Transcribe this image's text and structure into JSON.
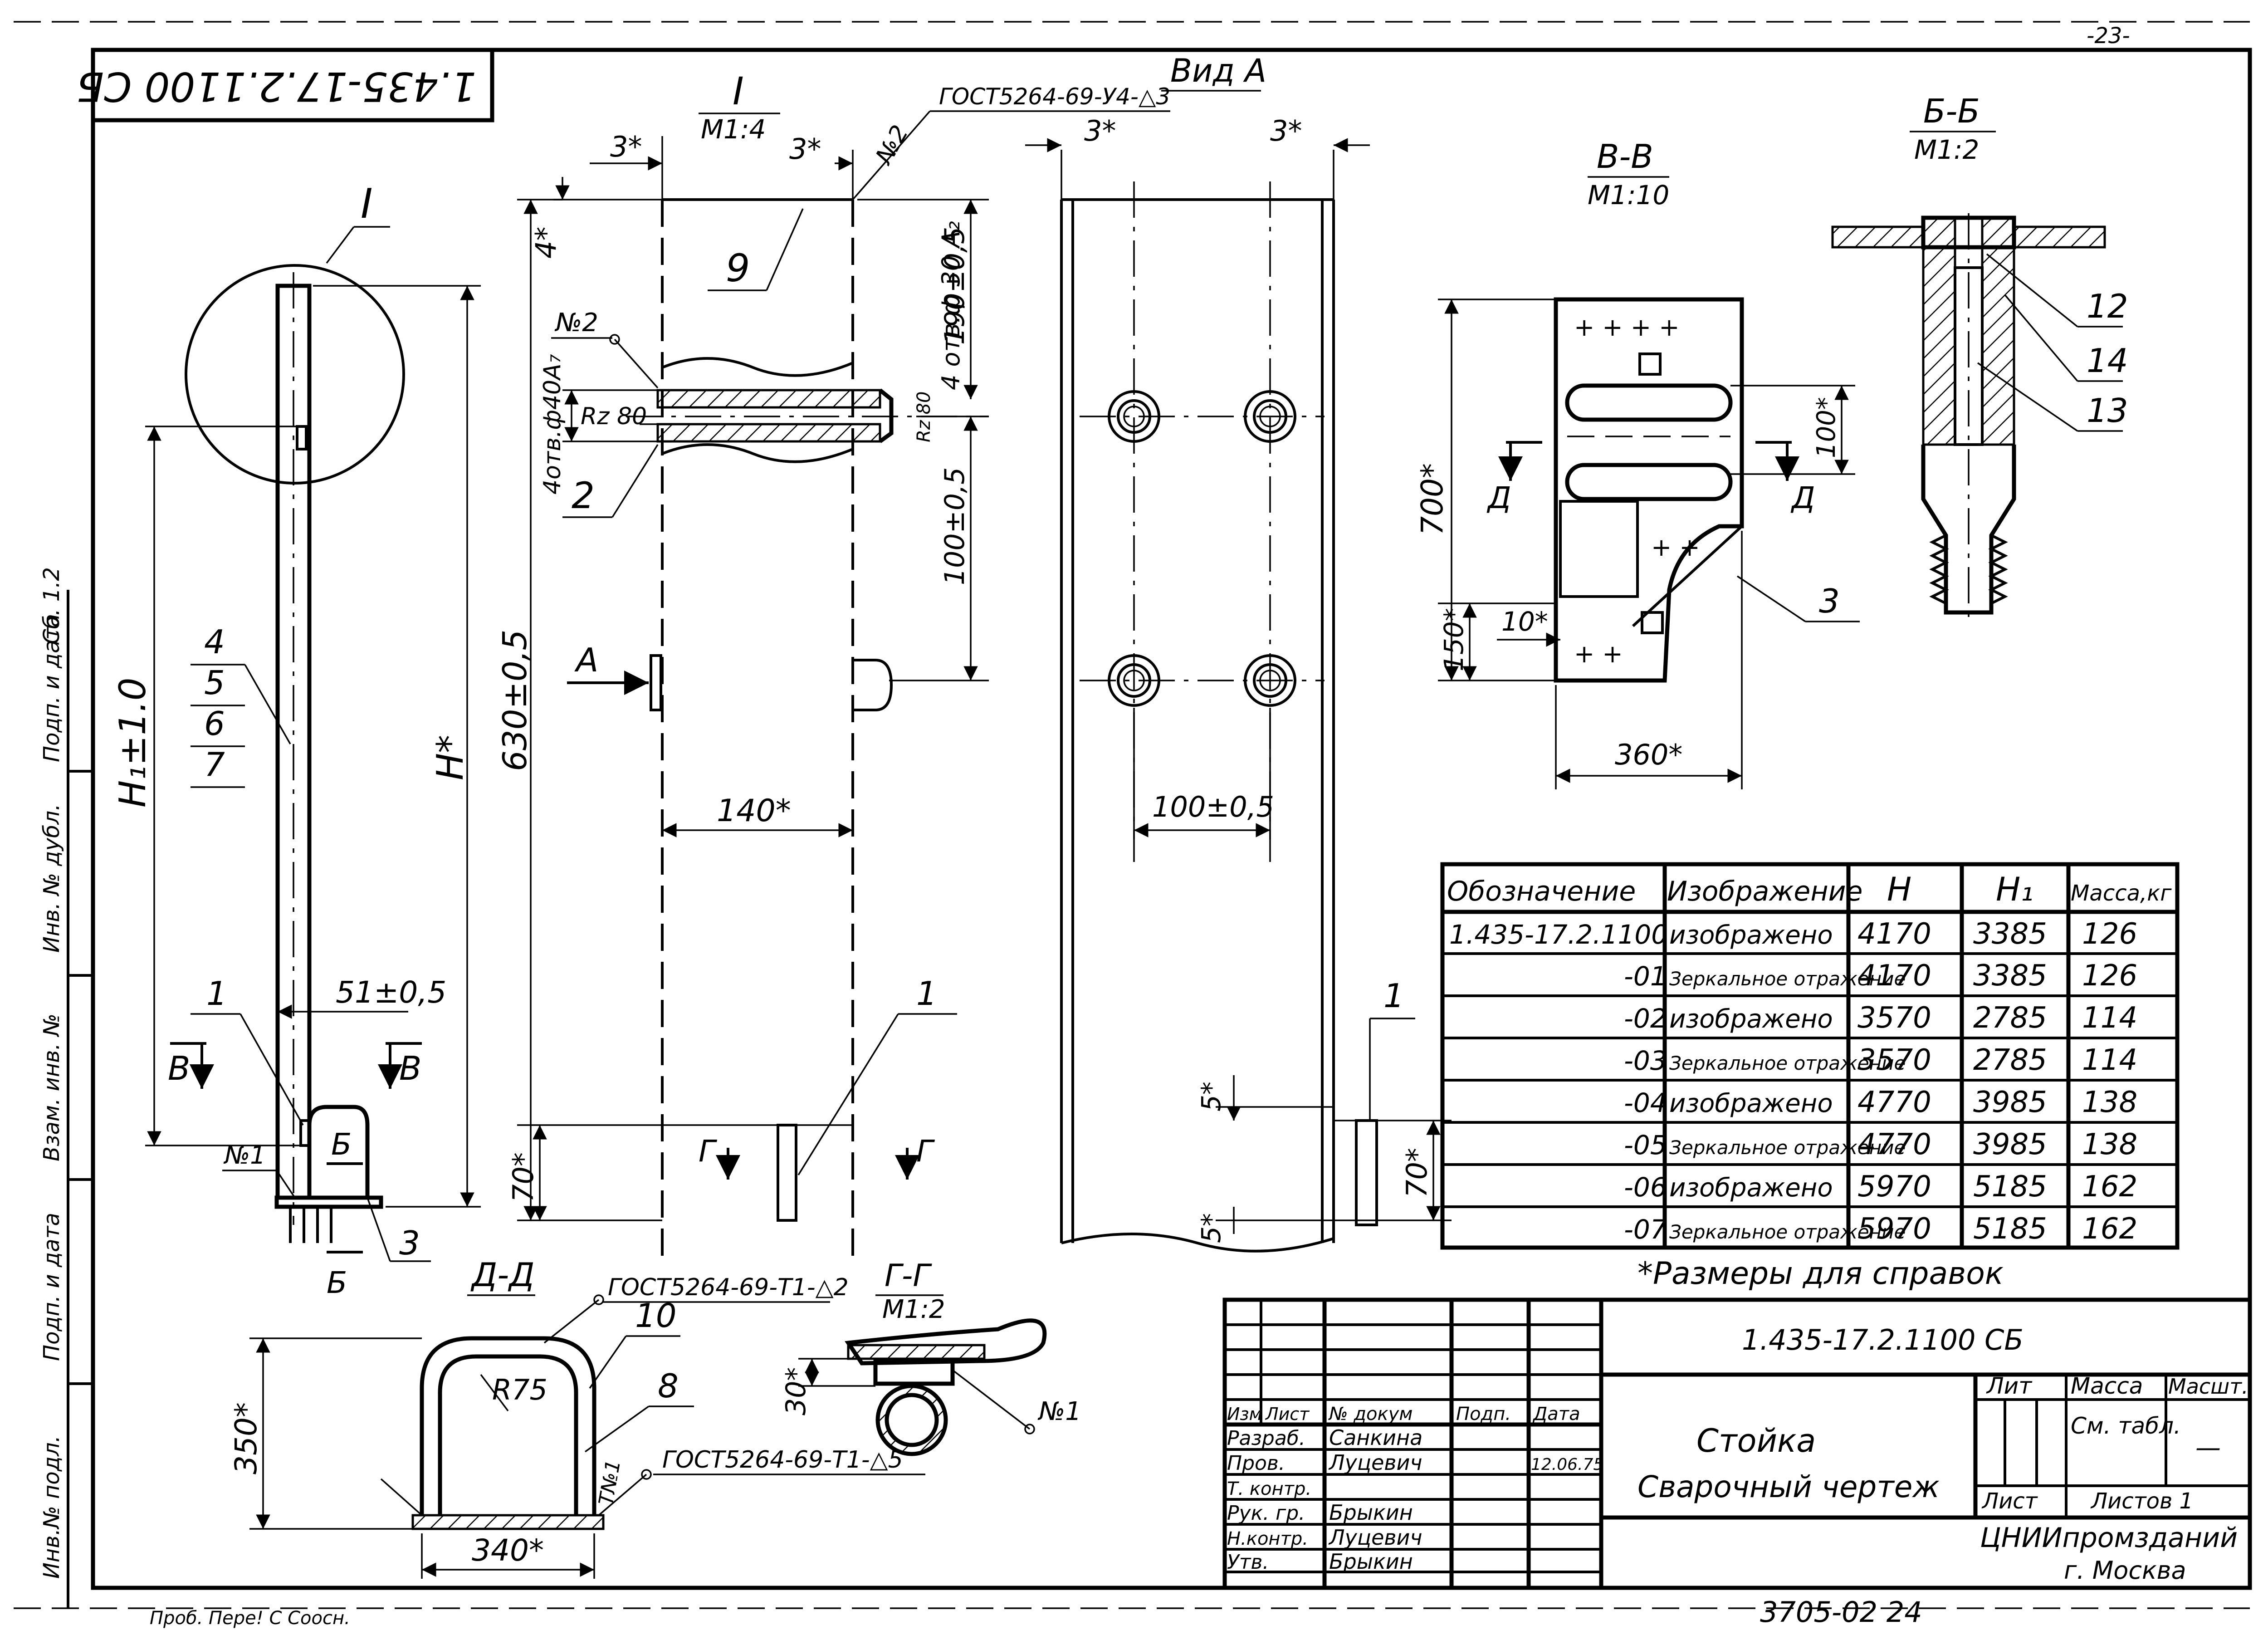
{
  "sheet_number": "-23-",
  "stamp_code_rotated": "1.435-17.2.1100 СБ",
  "bottom_code": "3705-02  24",
  "bottom_margin_note": "Проб. Пере! С Соосн.",
  "left_strip": {
    "col1": "Инв.№ подл.",
    "col2": "Подп. и дата",
    "col3": "Взам. инв. №",
    "col4": "Инв. № дубл.",
    "col5": "Подп. и дата",
    "col6": "Сб. 1.2"
  },
  "main_view": {
    "callout_I": "I",
    "H1_dim": "H₁±1.0",
    "H_dim": "H*",
    "dim_51": "51±0,5",
    "part_labels": [
      "4",
      "5",
      "6",
      "7"
    ],
    "pos_1": "1",
    "pos_3": "3",
    "weld_no1": "№1",
    "section_B": "В",
    "section_Б": "Б"
  },
  "detail_I": {
    "title": "I",
    "scale": "М1:4",
    "dim_3a": "3*",
    "dim_3b": "3*",
    "dim_4": "4*",
    "weld_no2_top": "№2",
    "gost_top": "ГОСТ5264-69-У4-△3",
    "pos_9": "9",
    "holes_text": "4 отв.ф 30 А₂",
    "dim_190": "190±0,5",
    "weld_no2_mid": "№2",
    "holes_d40": "4отв.ф40А₇",
    "rz_left": "Rz 80",
    "rz_right": "Rz 80",
    "pos_2": "2",
    "dim_100": "100±0,5",
    "dim_630": "630±0,5",
    "view_A_arrow": "А",
    "dim_140": "140*",
    "pos_1": "1",
    "section_G": "Г",
    "dim_70": "70*"
  },
  "view_A": {
    "title": "Вид А",
    "dim_3a": "3*",
    "dim_3b": "3*",
    "dim_100": "100±0,5",
    "pos_1": "1",
    "dim_5a": "5*",
    "dim_5b": "5*",
    "dim_70": "70*"
  },
  "section_BB": {
    "title": "В-В",
    "scale": "М1:10",
    "dim_700": "700*",
    "dim_150": "150*",
    "dim_10": "10*",
    "dim_100": "100*",
    "dim_360": "360*",
    "pos_3": "3",
    "cut_D": "Д"
  },
  "section_BsBs": {
    "title": "Б-Б",
    "scale": "М1:2",
    "pos_12": "12",
    "pos_14": "14",
    "pos_13": "13"
  },
  "section_DD": {
    "title": "Д-Д",
    "gost_top": "ГОСТ5264-69-Т1-△2",
    "pos_10": "10",
    "pos_8": "8",
    "radius": "R75",
    "dim_350": "350*",
    "dim_340": "340*",
    "weld_t": "Т№1",
    "gost_side": "ГОСТ5264-69-Т1-△5"
  },
  "section_GG": {
    "title": "Г-Г",
    "scale": "М1:2",
    "dim_30": "30*",
    "weld_no1": "№1"
  },
  "table": {
    "headers": [
      "Обозначение",
      "Изображение",
      "H",
      "H₁",
      "Масса,кг"
    ],
    "rows": [
      [
        "1.435-17.2.1100",
        "изображено",
        "4170",
        "3385",
        "126"
      ],
      [
        "-01",
        "Зеркальное отражение",
        "4170",
        "3385",
        "126"
      ],
      [
        "-02",
        "изображено",
        "3570",
        "2785",
        "114"
      ],
      [
        "-03",
        "Зеркальное отражение",
        "3570",
        "2785",
        "114"
      ],
      [
        "-04",
        "изображено",
        "4770",
        "3985",
        "138"
      ],
      [
        "-05",
        "Зеркальное отражение",
        "4770",
        "3985",
        "138"
      ],
      [
        "-06",
        "изображено",
        "5970",
        "5185",
        "162"
      ],
      [
        "-07",
        "Зеркальное отражение",
        "5970",
        "5185",
        "162"
      ]
    ],
    "footnote": "*Размеры для справок"
  },
  "title_block": {
    "doc_code": "1.435-17.2.1100 СБ",
    "name_line1": "Стойка",
    "name_line2": "Сварочный чертеж",
    "col_izm": "Изм",
    "col_list": "Лист",
    "col_ndoc": "№ докум",
    "col_podp": "Подп.",
    "col_data": "Дата",
    "roles": [
      "Разраб.",
      "Пров.",
      "Т. контр.",
      "Рук. гр.",
      "Н.контр.",
      "Утв."
    ],
    "people": [
      "Санкина",
      "Луцевич",
      "",
      "Брыкин",
      "Луцевич",
      "Брыкин"
    ],
    "date_pr": "12.06.75",
    "lit": "Лит",
    "massa": "Масса",
    "masshtab": "Масшт.",
    "massa_val": "См. табл.",
    "masshtab_val": "—",
    "sheet": "Лист",
    "sheets": "Листов 1",
    "org1": "ЦНИИпромзданий",
    "org2": "г. Москва"
  }
}
